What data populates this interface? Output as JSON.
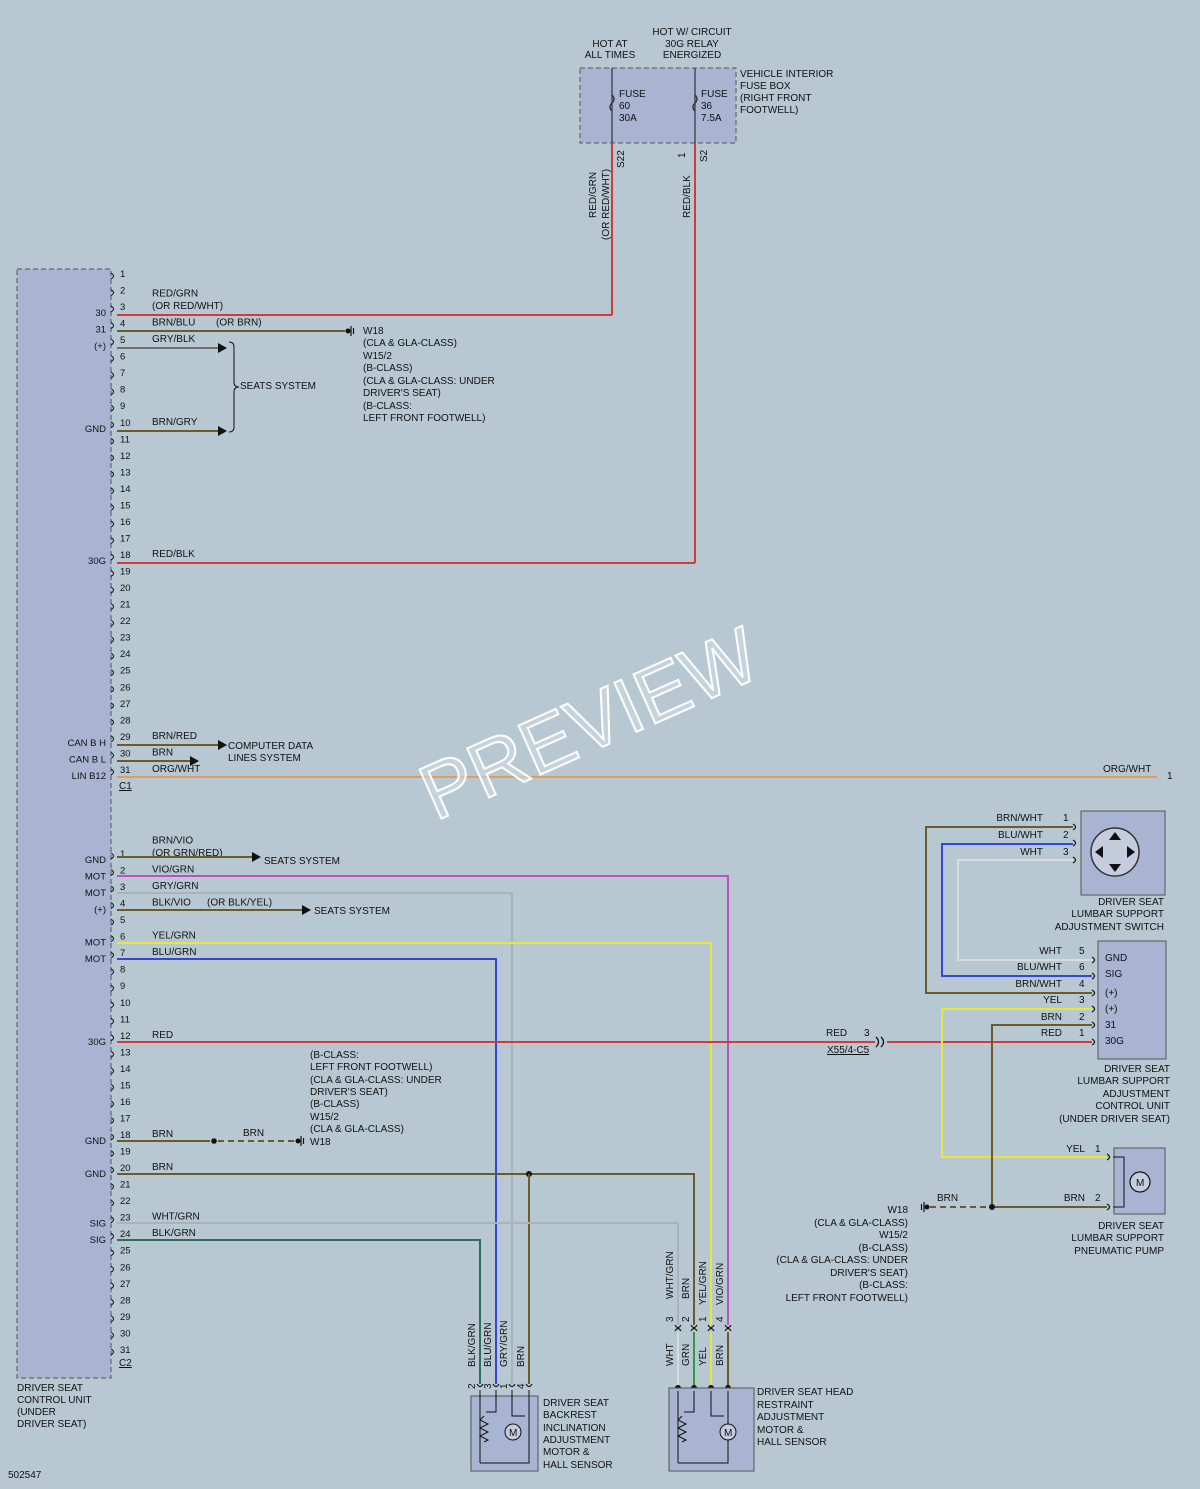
{
  "diagram_id": "502547",
  "fuse_box": {
    "hot_at_all_times": [
      "HOT AT",
      "ALL TIMES"
    ],
    "hot_with_circuit": [
      "HOT W/ CIRCUIT",
      "30G RELAY",
      "ENERGIZED"
    ],
    "label": [
      "VEHICLE INTERIOR",
      "FUSE BOX",
      "(RIGHT FRONT",
      "FOOTWELL)"
    ],
    "fuse60": [
      "FUSE",
      "60",
      "30A"
    ],
    "fuse36": [
      "FUSE",
      "36",
      "7.5A"
    ],
    "s22": "S22",
    "s2": "S2",
    "pin1": "1"
  },
  "wire_vertical_labels": {
    "red_grn": "RED/GRN",
    "or_red_wht": "(OR RED/WHT)",
    "red_blk": "RED/BLK"
  },
  "control_unit": {
    "label": [
      "DRIVER SEAT",
      "CONTROL UNIT",
      "(UNDER",
      "DRIVER SEAT)"
    ],
    "c1": "C1",
    "c2": "C2"
  },
  "c1_signals": [
    {
      "pin": 3,
      "sig": "30"
    },
    {
      "pin": 4,
      "sig": "31"
    },
    {
      "pin": 5,
      "sig": "(+)"
    },
    {
      "pin": 10,
      "sig": "GND"
    },
    {
      "pin": 18,
      "sig": "30G"
    },
    {
      "pin": 29,
      "sig": "CAN B H"
    },
    {
      "pin": 30,
      "sig": "CAN B L"
    },
    {
      "pin": 31,
      "sig": "LIN B12"
    }
  ],
  "c1_wires": [
    {
      "pin": 3,
      "lines": [
        "RED/GRN",
        "(OR RED/WHT)"
      ]
    },
    {
      "pin": 4,
      "lines": [
        "BRN/BLU"
      ],
      "alt": "(OR BRN)"
    },
    {
      "pin": 5,
      "lines": [
        "GRY/BLK"
      ]
    },
    {
      "pin": 10,
      "lines": [
        "BRN/GRY"
      ]
    },
    {
      "pin": 18,
      "lines": [
        "RED/BLK"
      ]
    },
    {
      "pin": 29,
      "lines": [
        "BRN/RED"
      ]
    },
    {
      "pin": 30,
      "lines": [
        "BRN"
      ]
    },
    {
      "pin": 31,
      "lines": [
        "ORG/WHT"
      ]
    }
  ],
  "c1_refs": {
    "w18_block": [
      "W18",
      "(CLA & GLA-CLASS)",
      "W15/2",
      "(B-CLASS)",
      "(CLA & GLA-CLASS: UNDER",
      "DRIVER'S SEAT)",
      "(B-CLASS:",
      "LEFT FRONT FOOTWELL)"
    ],
    "seats_system": "SEATS SYSTEM",
    "computer_data": [
      "COMPUTER DATA",
      "LINES SYSTEM"
    ],
    "org_wht_right": "ORG/WHT",
    "org_wht_pin": "1"
  },
  "c2_signals": [
    {
      "pin": 1,
      "sig": "GND"
    },
    {
      "pin": 2,
      "sig": "MOT"
    },
    {
      "pin": 3,
      "sig": "MOT"
    },
    {
      "pin": 4,
      "sig": "(+)"
    },
    {
      "pin": 6,
      "sig": "MOT"
    },
    {
      "pin": 7,
      "sig": "MOT"
    },
    {
      "pin": 12,
      "sig": "30G"
    },
    {
      "pin": 18,
      "sig": "GND"
    },
    {
      "pin": 20,
      "sig": "GND"
    },
    {
      "pin": 23,
      "sig": "SIG"
    },
    {
      "pin": 24,
      "sig": "SIG"
    }
  ],
  "c2_wires": [
    {
      "pin": 1,
      "lines": [
        "BRN/VIO",
        "(OR GRN/RED)"
      ]
    },
    {
      "pin": 2,
      "lines": [
        "VIO/GRN"
      ]
    },
    {
      "pin": 3,
      "lines": [
        "GRY/GRN"
      ]
    },
    {
      "pin": 4,
      "lines": [
        "BLK/VIO"
      ],
      "alt": "(OR BLK/YEL)"
    },
    {
      "pin": 6,
      "lines": [
        "YEL/GRN"
      ]
    },
    {
      "pin": 7,
      "lines": [
        "BLU/GRN"
      ]
    },
    {
      "pin": 12,
      "lines": [
        "RED"
      ]
    },
    {
      "pin": 18,
      "lines": [
        "BRN"
      ]
    },
    {
      "pin": 20,
      "lines": [
        "BRN"
      ]
    },
    {
      "pin": 23,
      "lines": [
        "WHT/GRN"
      ]
    },
    {
      "pin": 24,
      "lines": [
        "BLK/GRN"
      ]
    }
  ],
  "c2_refs": {
    "seats_system": "SEATS SYSTEM",
    "ground_note": [
      "(B-CLASS:",
      "LEFT FRONT FOOTWELL)",
      "(CLA & GLA-CLASS: UNDER",
      "DRIVER'S SEAT)",
      "(B-CLASS)",
      "W15/2",
      "(CLA & GLA-CLASS)"
    ],
    "w18": "W18",
    "brn": "BRN"
  },
  "connector_x55": {
    "label": "X55/4-C5",
    "wire": "RED",
    "pin": "3"
  },
  "lumbar_switch": {
    "label": [
      "DRIVER SEAT",
      "LUMBAR SUPPORT",
      "ADJUSTMENT SWITCH"
    ],
    "pins": [
      {
        "n": "1",
        "wire": "BRN/WHT"
      },
      {
        "n": "2",
        "wire": "BLU/WHT"
      },
      {
        "n": "3",
        "wire": "WHT"
      }
    ]
  },
  "lumbar_unit": {
    "label": [
      "DRIVER SEAT",
      "LUMBAR SUPPORT",
      "ADJUSTMENT",
      "CONTROL UNIT",
      "(UNDER DRIVER SEAT)"
    ],
    "pins": [
      {
        "n": "5",
        "wire": "WHT",
        "sig": "GND"
      },
      {
        "n": "6",
        "wire": "BLU/WHT",
        "sig": "SIG"
      },
      {
        "n": "4",
        "wire": "BRN/WHT",
        "sig": "(+)"
      },
      {
        "n": "3",
        "wire": "YEL",
        "sig": "(+)"
      },
      {
        "n": "2",
        "wire": "BRN",
        "sig": "31"
      },
      {
        "n": "1",
        "wire": "RED",
        "sig": "30G"
      }
    ]
  },
  "lumbar_pump": {
    "label": [
      "DRIVER SEAT",
      "LUMBAR SUPPORT",
      "PNEUMATIC PUMP"
    ],
    "pins": [
      {
        "n": "1",
        "wire": "YEL"
      },
      {
        "n": "2",
        "wire": "BRN"
      }
    ],
    "ground_brn": "BRN",
    "ground_note": [
      "W18",
      "(CLA & GLA-CLASS)",
      "W15/2",
      "(B-CLASS)",
      "(CLA & GLA-CLASS: UNDER",
      "DRIVER'S SEAT)",
      "(B-CLASS:",
      "LEFT FRONT FOOTWELL)"
    ]
  },
  "backrest_motor": {
    "label": [
      "DRIVER SEAT",
      "BACKREST",
      "INCLINATION",
      "ADJUSTMENT",
      "MOTOR &",
      "HALL SENSOR"
    ],
    "wires": [
      "BLK/GRN",
      "BLU/GRN",
      "GRY/GRN",
      "BRN"
    ],
    "pins": [
      "2",
      "3",
      "1",
      "4"
    ]
  },
  "headrest_motor": {
    "label": [
      "DRIVER SEAT HEAD",
      "RESTRAINT",
      "ADJUSTMENT",
      "MOTOR &",
      "HALL SENSOR"
    ],
    "wires_top": [
      "WHT/GRN",
      "BRN",
      "YEL/GRN",
      "VIO/GRN"
    ],
    "wires_bottom": [
      "WHT",
      "GRN",
      "YEL",
      "BRN"
    ],
    "pins": [
      "3",
      "2",
      "1",
      "4"
    ]
  },
  "motor_symbol": "M",
  "watermark": "PREVIEW",
  "colors": {
    "red": "#d23b3b",
    "brown": "#6b5a2a",
    "gray": "#707070",
    "lightgray": "#a8b4b8",
    "yellow": "#e8e83a",
    "green": "#2f9d3c",
    "blue": "#3346d6",
    "violet": "#c050c0",
    "orange": "#e39a5a",
    "box": "#a9b4d3"
  }
}
